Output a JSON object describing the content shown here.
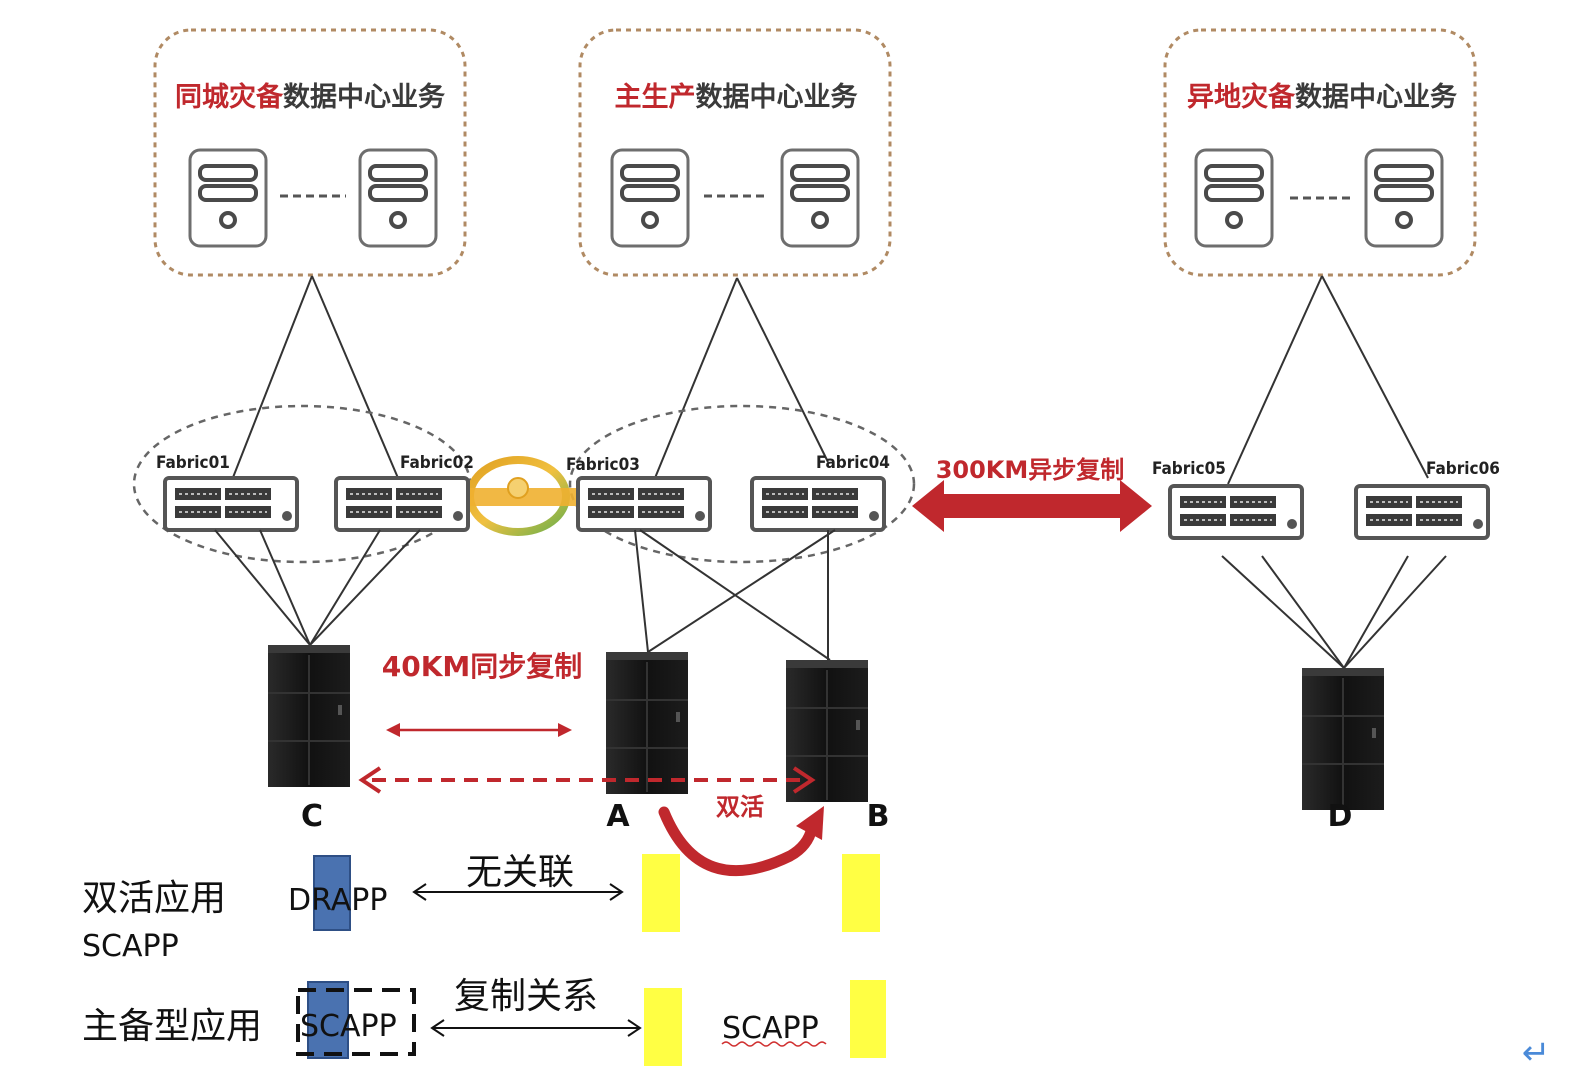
{
  "datacenters": [
    {
      "title_red": "同城灾备",
      "title_dark": "数据中心业务"
    },
    {
      "title_red": "主生产",
      "title_dark": "数据中心业务"
    },
    {
      "title_red": "异地灾备",
      "title_dark": "数据中心业务"
    }
  ],
  "fabrics": [
    "Fabric01",
    "Fabric02",
    "Fabric03",
    "Fabric04",
    "Fabric05",
    "Fabric06"
  ],
  "links": {
    "async": "300KM异步复制",
    "sync": "40KM同步复制",
    "active_active": "双活"
  },
  "storage_labels": [
    "C",
    "A",
    "B",
    "D"
  ],
  "legend": {
    "row1_title": "双活应用",
    "row1_sub": "SCAPP",
    "row1_box": "DRAPP",
    "row1_relation": "无关联",
    "row2_title": "主备型应用",
    "row2_box": "SCAPP",
    "row2_relation": "复制关系",
    "row2_right": "SCAPP"
  },
  "colors": {
    "accent_red": "#c0282d",
    "box_border": "#b08a63",
    "app_blue": "#4a72b0",
    "app_yellow": "#ffff44"
  },
  "return_glyph": "↵"
}
